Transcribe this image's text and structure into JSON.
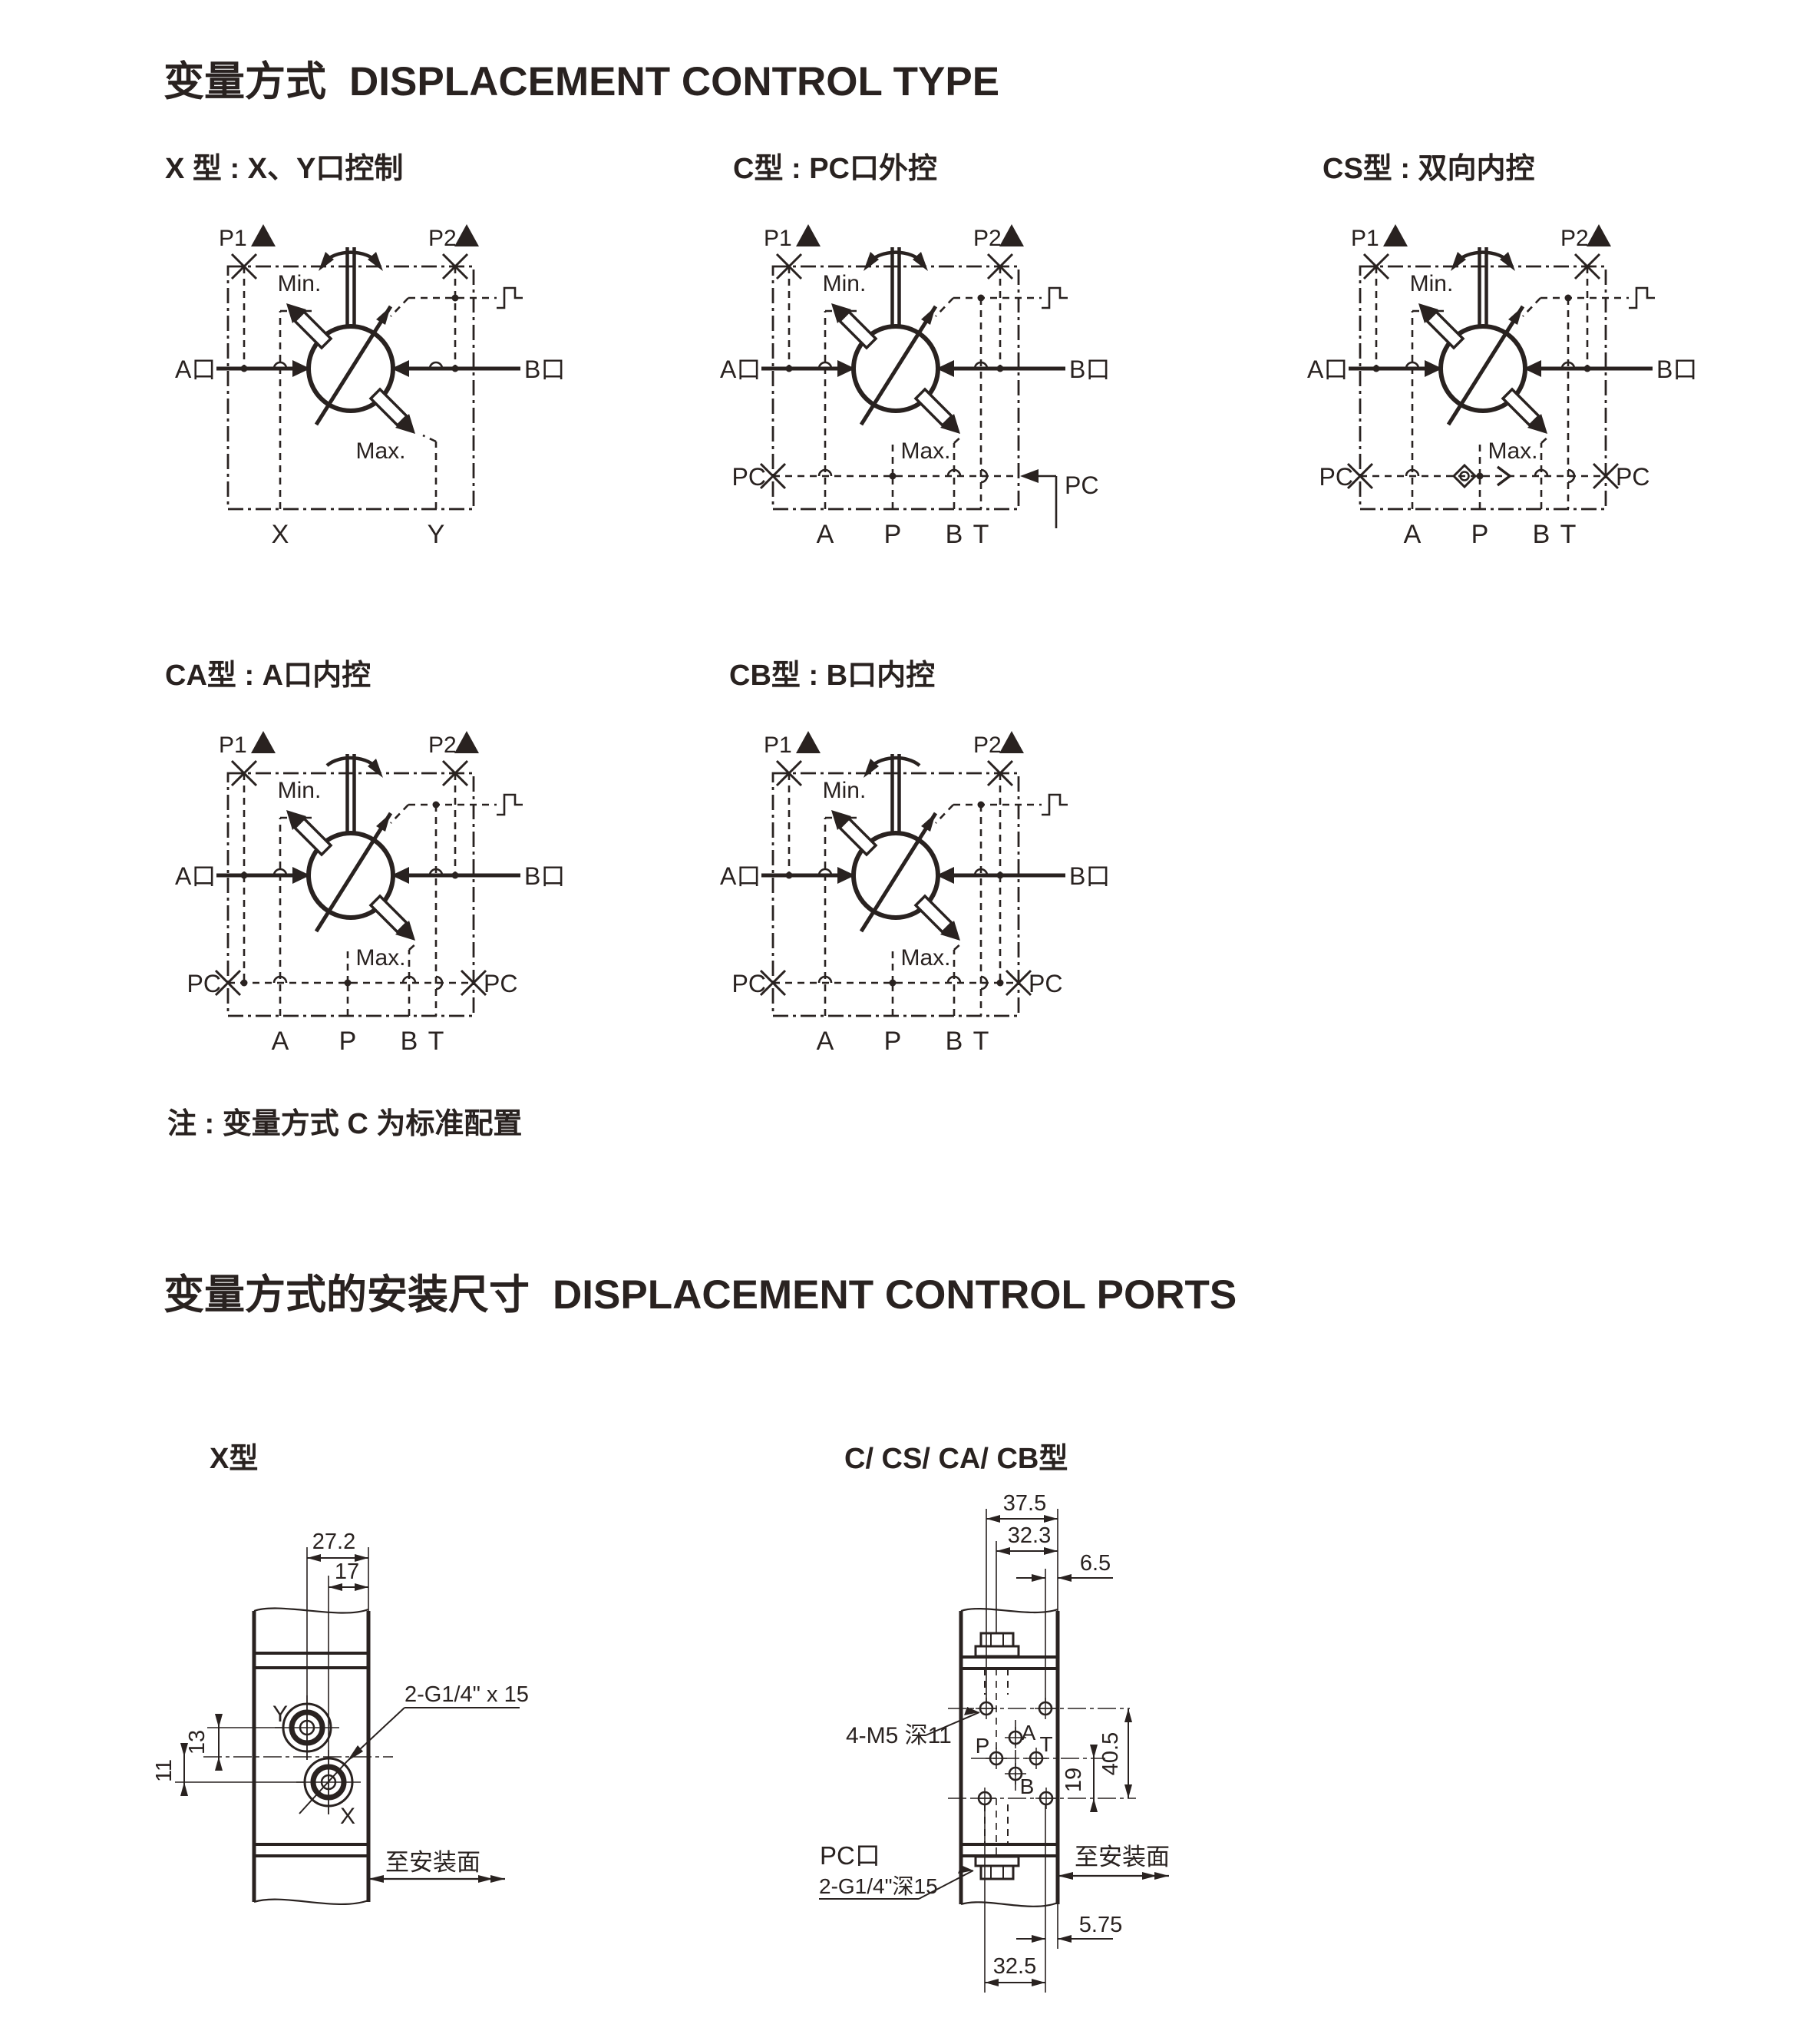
{
  "page": {
    "bg": "#ffffff",
    "ink": "#292220"
  },
  "section1": {
    "title_zh": "变量方式",
    "title_en": "DISPLACEMENT CONTROL TYPE"
  },
  "section2": {
    "title_zh": "变量方式的安装尺寸",
    "title_en": "DISPLACEMENT CONTROL PORTS"
  },
  "note": "注 : 变量方式 C 为标准配置",
  "diagrams": {
    "x": {
      "subtitle": "X 型 : X、Y口控制",
      "p1": "P1",
      "p2": "P2",
      "port_a": "A口",
      "port_b": "B口",
      "min": "Min.",
      "max": "Max.",
      "b1": "X",
      "b2": "Y"
    },
    "c": {
      "subtitle": "C型 : PC口外控",
      "p1": "P1",
      "p2": "P2",
      "port_a": "A口",
      "port_b": "B口",
      "min": "Min.",
      "max": "Max.",
      "pc_left": "PC",
      "pc_ext": "PC",
      "b1": "A",
      "b2": "P",
      "b3": "B",
      "b4": "T"
    },
    "cs": {
      "subtitle": "CS型 : 双向内控",
      "p1": "P1",
      "p2": "P2",
      "port_a": "A口",
      "port_b": "B口",
      "min": "Min.",
      "max": "Max.",
      "pc_left": "PC",
      "pc_right": "PC",
      "b1": "A",
      "b2": "P",
      "b3": "B",
      "b4": "T"
    },
    "ca": {
      "subtitle": "CA型 : A口内控",
      "p1": "P1",
      "p2": "P2",
      "port_a": "A口",
      "port_b": "B口",
      "min": "Min.",
      "max": "Max.",
      "pc_left": "PC",
      "pc_right": "PC",
      "b1": "A",
      "b2": "P",
      "b3": "B",
      "b4": "T"
    },
    "cb": {
      "subtitle": "CB型 : B口内控",
      "p1": "P1",
      "p2": "P2",
      "port_a": "A口",
      "port_b": "B口",
      "min": "Min.",
      "max": "Max.",
      "pc_left": "PC",
      "pc_right": "PC",
      "b1": "A",
      "b2": "P",
      "b3": "B",
      "b4": "T"
    }
  },
  "ports_x": {
    "subtitle": "X型",
    "dim_w1": "27.2",
    "dim_w2": "17",
    "dim_v1": "13",
    "dim_v2": "11",
    "thread": "2-G1/4\" x 15",
    "port_y": "Y",
    "port_x": "X",
    "to_mount": "至安装面"
  },
  "ports_c": {
    "subtitle": "C/ CS/ CA/ CB型",
    "dim_w1": "37.5",
    "dim_w2": "32.3",
    "dim_w3": "6.5",
    "holes": "4-M5 深11",
    "port_a": "A",
    "port_p": "P",
    "port_t": "T",
    "port_b": "B",
    "dim_h1": "19",
    "dim_h2": "40.5",
    "pc_port": "PC口",
    "thread": "2-G1/4\"深15",
    "to_mount": "至安装面",
    "dim_b1": "5.75",
    "dim_b2": "32.5"
  }
}
